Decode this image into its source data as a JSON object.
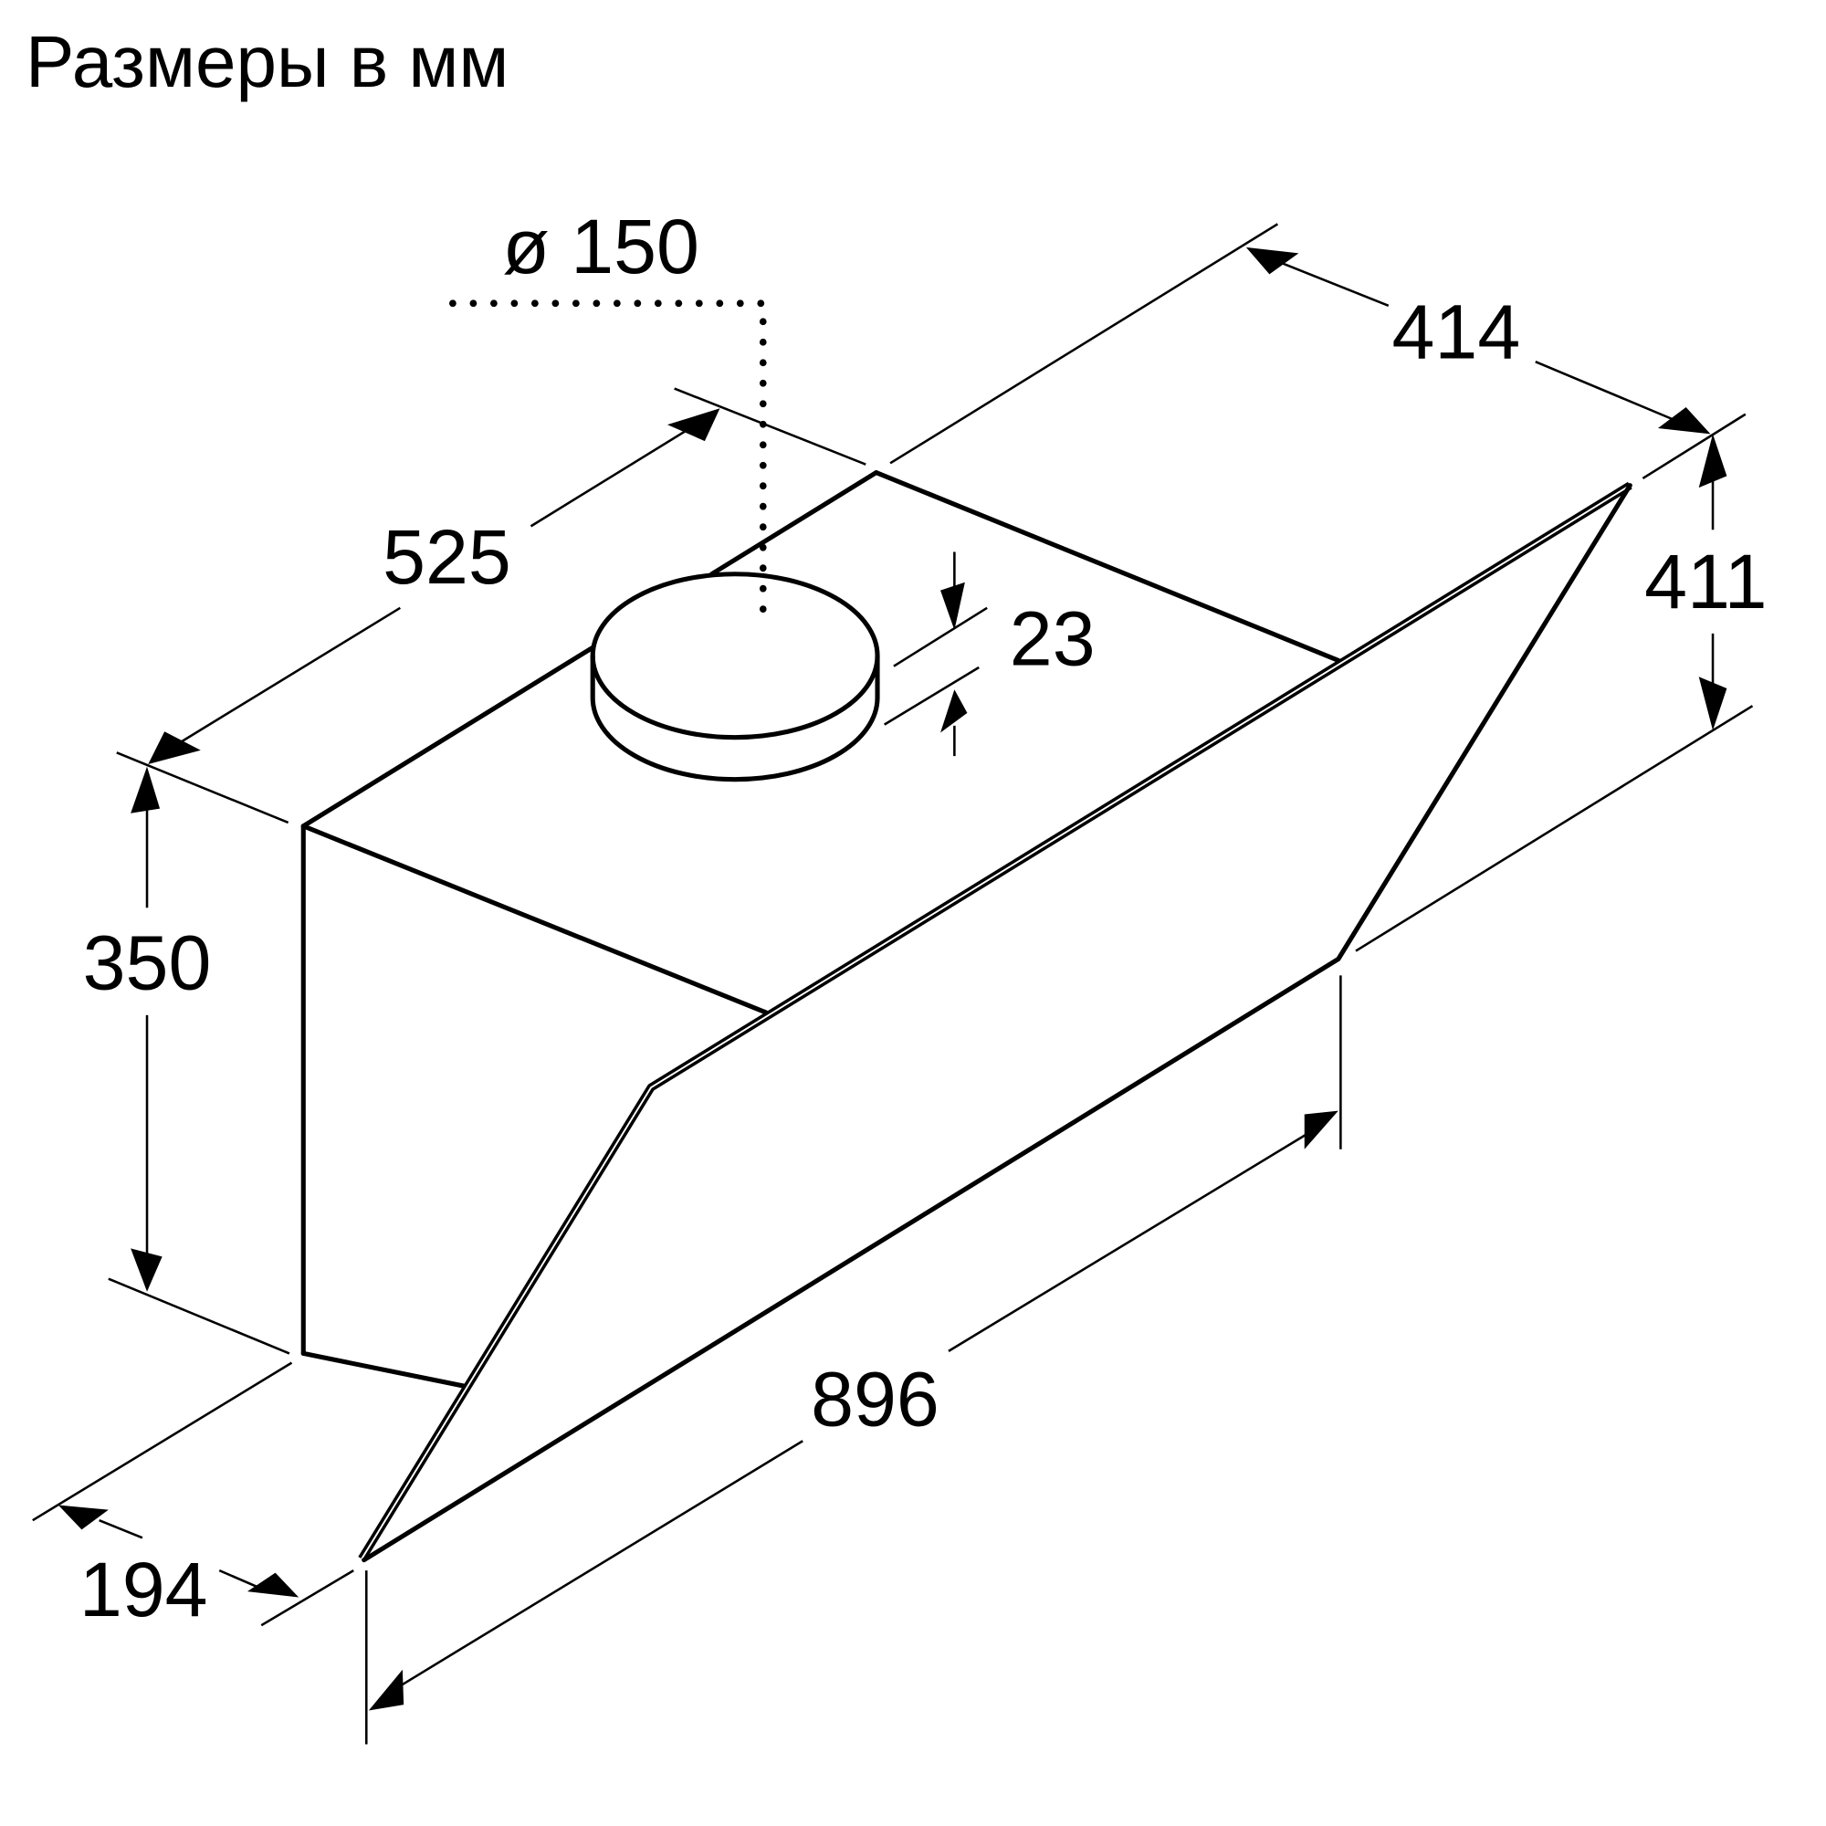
{
  "title": "Размеры в мм",
  "units": "mm",
  "dimensions": {
    "duct_diameter": {
      "label": "ø 150",
      "value": 150
    },
    "depth_total": {
      "label": "414",
      "value": 414
    },
    "glass_height": {
      "label": "411",
      "value": 411
    },
    "body_depth": {
      "label": "525",
      "value": 525
    },
    "duct_height": {
      "label": "23",
      "value": 23
    },
    "body_height": {
      "label": "350",
      "value": 350
    },
    "width": {
      "label": "896",
      "value": 896
    },
    "glass_offset": {
      "label": "194",
      "value": 194
    }
  },
  "colors": {
    "line": "#000000",
    "background": "#ffffff"
  }
}
